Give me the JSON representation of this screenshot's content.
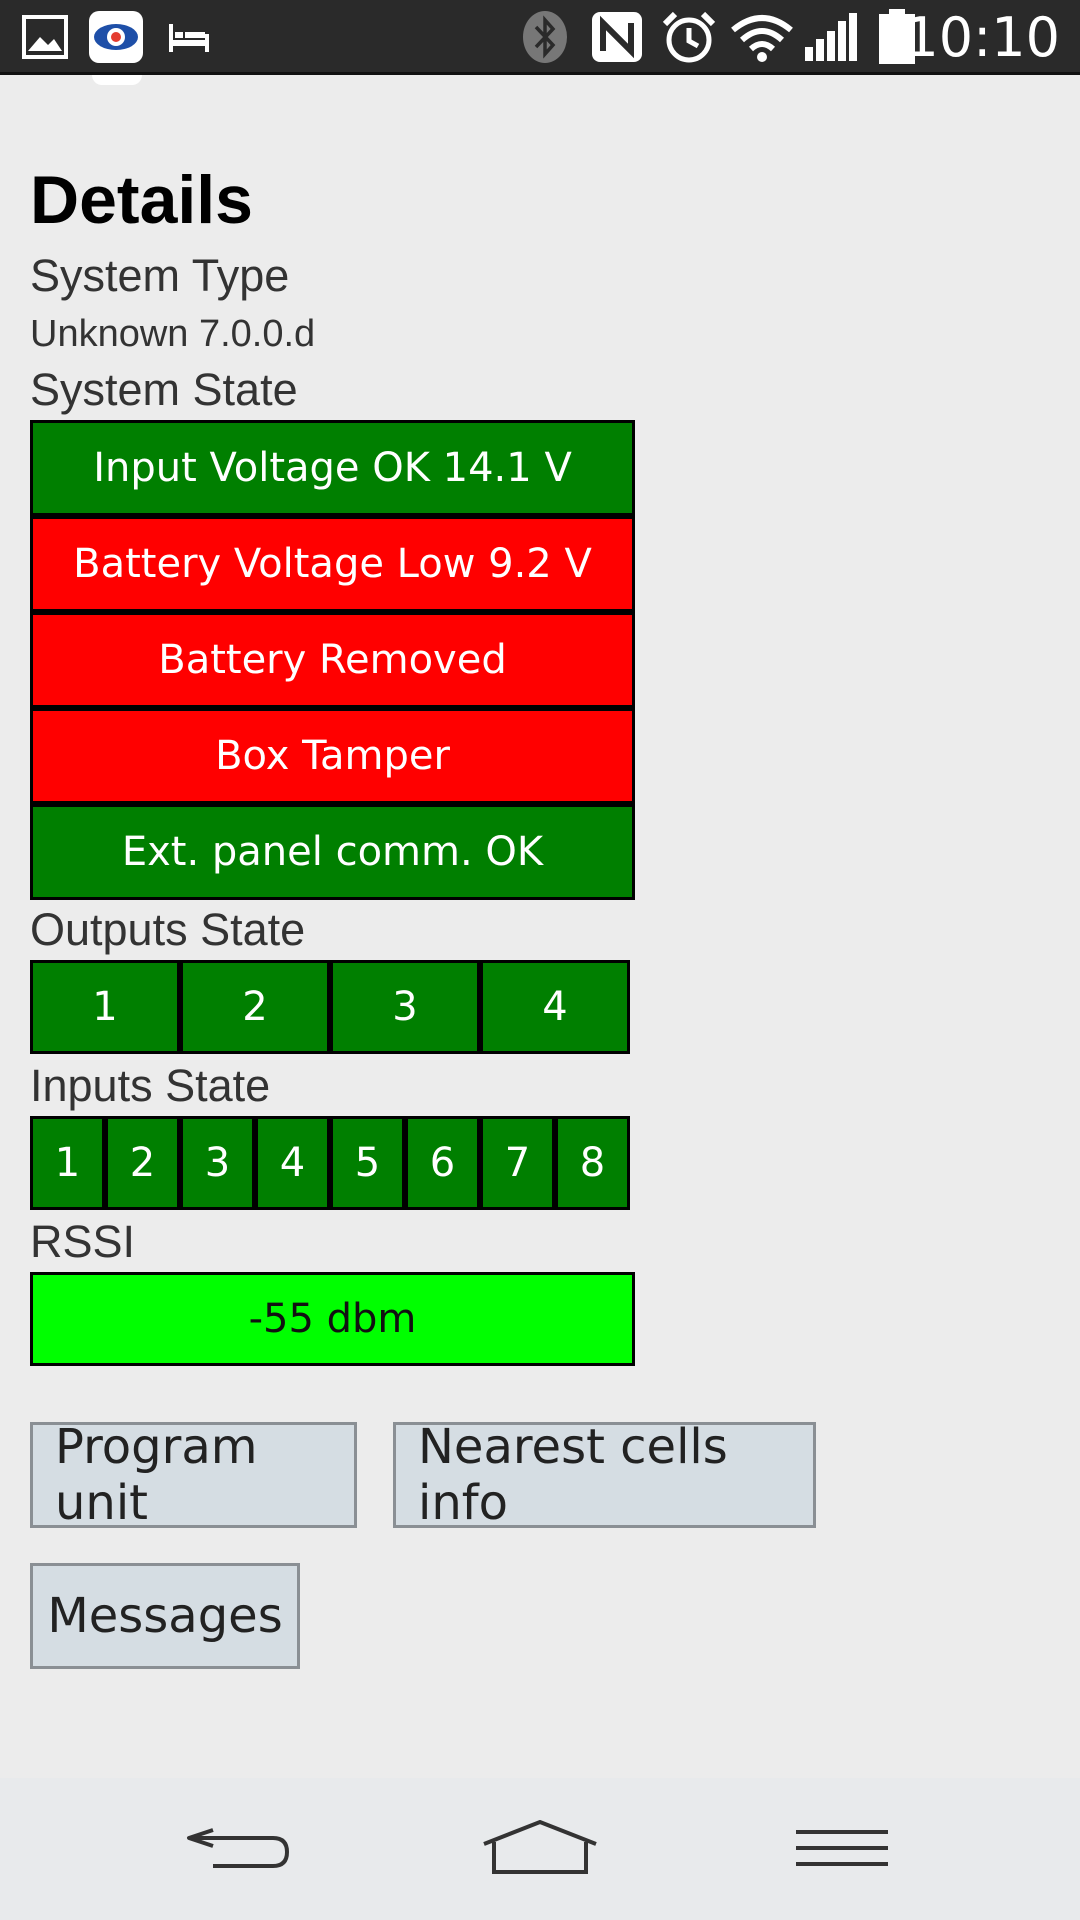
{
  "status_bar": {
    "time": "10:10",
    "left_icons": [
      "gallery-icon",
      "eye-app-icon",
      "bed-icon"
    ],
    "right_icons": [
      "bluetooth-icon",
      "nfc-icon",
      "alarm-icon",
      "wifi-icon",
      "signal-icon",
      "battery-icon"
    ]
  },
  "page": {
    "title": "Details",
    "system_type_label": "System Type",
    "system_type_value": "Unknown 7.0.0.d",
    "system_state_label": "System State",
    "outputs_state_label": "Outputs State",
    "inputs_state_label": "Inputs State",
    "rssi_label": "RSSI"
  },
  "system_state": [
    {
      "text": "Input Voltage OK 14.1 V",
      "color": "#007f00"
    },
    {
      "text": "Battery Voltage Low 9.2 V",
      "color": "#ff0000"
    },
    {
      "text": "Battery Removed",
      "color": "#ff0000"
    },
    {
      "text": "Box Tamper",
      "color": "#ff0000"
    },
    {
      "text": "Ext. panel comm. OK",
      "color": "#007f00"
    }
  ],
  "outputs": [
    "1",
    "2",
    "3",
    "4"
  ],
  "inputs": [
    "1",
    "2",
    "3",
    "4",
    "5",
    "6",
    "7",
    "8"
  ],
  "rssi": {
    "text": "-55 dbm",
    "color": "#00ff00"
  },
  "buttons": {
    "program_unit": "Program unit",
    "nearest_cells_info": "Nearest cells info",
    "messages": "Messages"
  },
  "nav_bar": {
    "icons": [
      "back-icon",
      "home-icon",
      "menu-icon"
    ]
  }
}
